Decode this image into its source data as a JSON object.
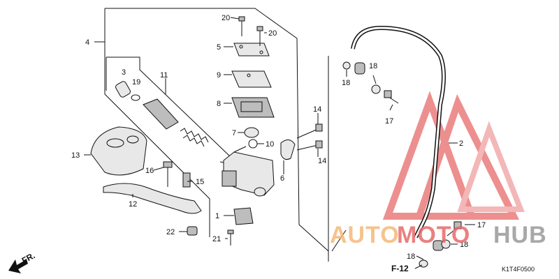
{
  "labels": {
    "p1": "1",
    "p2": "2",
    "p3": "3",
    "p4": "4",
    "p5": "5",
    "p6": "6",
    "p7": "7",
    "p8": "8",
    "p9": "9",
    "p10": "10",
    "p11": "11",
    "p12": "12",
    "p13": "13",
    "p14a": "14",
    "p14b": "14",
    "p15": "15",
    "p16": "16",
    "p17a": "17",
    "p17b": "17",
    "p18a": "18",
    "p18b": "18",
    "p18c": "18",
    "p18d": "18",
    "p19": "19",
    "p20a": "20",
    "p20b": "20",
    "p21": "21",
    "p22": "22"
  },
  "page_ref": "F-12",
  "direction": "FR.",
  "diagram_code": "K1T4F0500",
  "watermark": {
    "text_part1": "AUTO",
    "text_part2": "MOTO",
    "text_part3": "HUB",
    "color_1": "#f5b97a",
    "color_2": "#e86a6a",
    "color_3": "#9a9a9a"
  }
}
